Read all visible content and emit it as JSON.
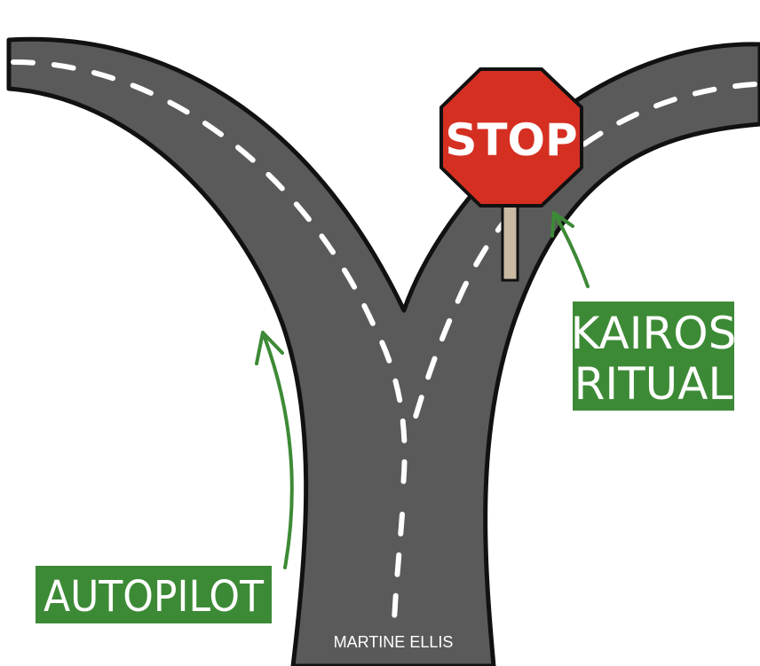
{
  "sign": {
    "text": "STOP",
    "color": "#d52f22"
  },
  "labels": {
    "autopilot": "AUTOPILOT",
    "kairos_line1": "KAIROS",
    "kairos_line2": "RITUAL",
    "color": "#3d8a36"
  },
  "credit": "MARTINE ELLIS",
  "colors": {
    "road": "#5a5a5b",
    "road_edge": "#111111",
    "lane": "#ffffff",
    "arrow": "#3d8a36",
    "post": "#c9b9a3"
  }
}
